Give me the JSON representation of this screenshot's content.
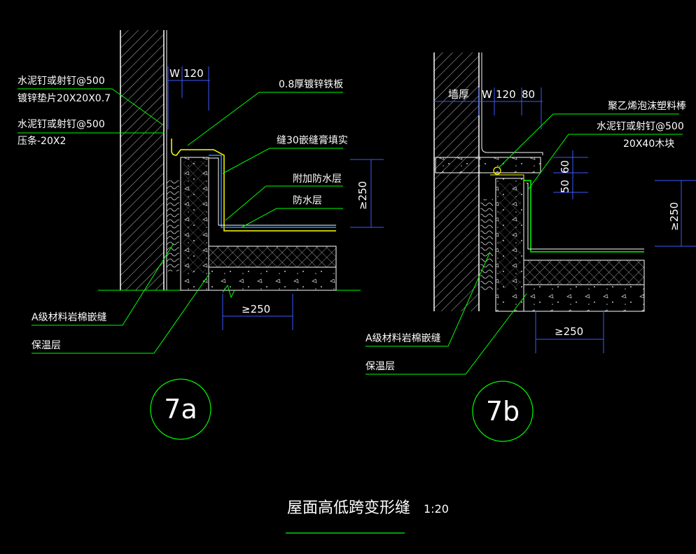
{
  "drawing": {
    "title": "屋面高低跨变形缝",
    "scale": "1:20"
  },
  "detail_a": {
    "id_label": "7a",
    "labels": {
      "nail1": "水泥钉或射钉@500",
      "washer": "镀锌垫片20X20X0.7",
      "nail2": "水泥钉或射钉@500",
      "strip": "压条-20X2",
      "sheet": "0.8厚镀锌铁板",
      "joint": "缝30嵌缝膏填实",
      "extra_wp": "附加防水层",
      "wp": "防水层",
      "rockwool": "A级材料岩棉嵌缝",
      "insulation": "保温层"
    },
    "dims": {
      "w": "W",
      "w120": "120",
      "h250": "≥250",
      "b250": "≥250"
    }
  },
  "detail_b": {
    "id_label": "7b",
    "labels": {
      "foam": "聚乙烯泡沫塑料棒",
      "nail": "水泥钉或射钉@500",
      "block": "20X40木块",
      "rockwool": "A级材料岩棉嵌缝",
      "insulation": "保温层"
    },
    "dims": {
      "wall": "墙厚",
      "w": "W",
      "w120": "120",
      "w80": "80",
      "d50": "50",
      "d60": "60",
      "h250": "≥250",
      "b250": "≥250"
    }
  },
  "colors": {
    "background": "#000000",
    "wall_lines": "#ffffff",
    "hatch": "#c8c8c8",
    "leaders": "#00ff00",
    "dimensions": "#3a5aff",
    "flashing": "#ffff00",
    "membrane": "#2a8cff",
    "circle": "#00ff00"
  }
}
